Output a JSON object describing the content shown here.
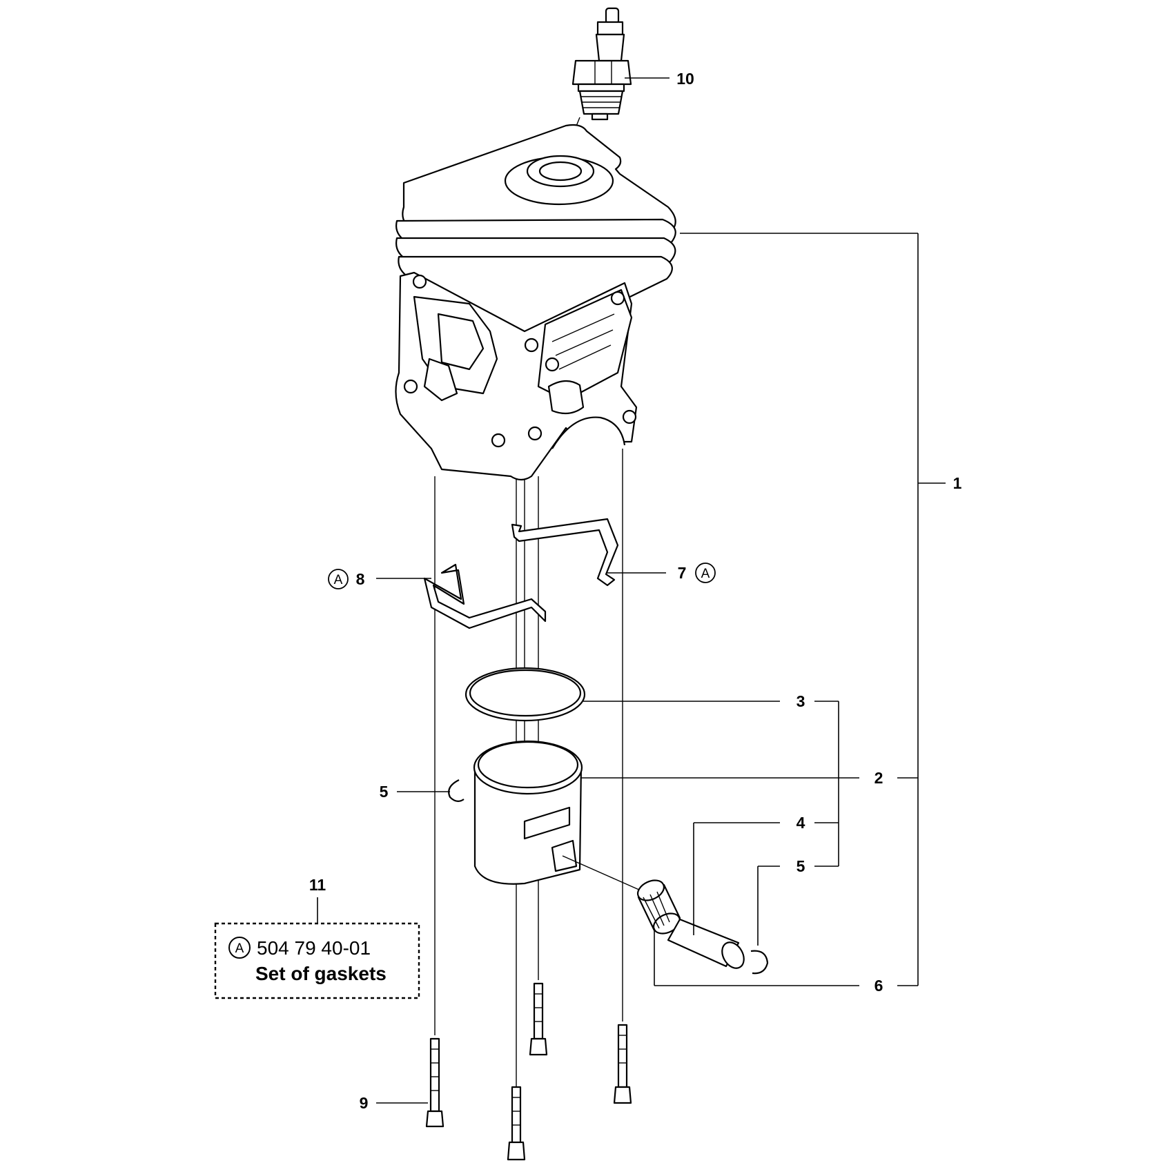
{
  "callouts": {
    "c1": "1",
    "c2": "2",
    "c3": "3",
    "c4": "4",
    "c5a": "5",
    "c5b": "5",
    "c6": "6",
    "c7": "7",
    "c8": "8",
    "c9": "9",
    "c10": "10",
    "c11": "11"
  },
  "markers": {
    "a7": "A",
    "a8": "A",
    "a11": "A"
  },
  "kit": {
    "code": "504 79 40-01",
    "name": "Set of gaskets"
  }
}
